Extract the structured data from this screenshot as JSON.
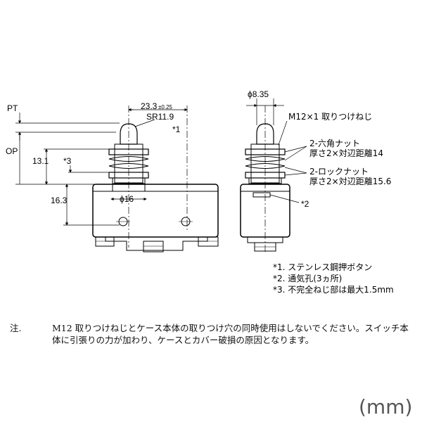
{
  "front_view": {
    "pt_label": "PT",
    "op_label": "OP",
    "width_dim": "23.3",
    "width_tol": "±0.25",
    "radius_label": "SR11.9",
    "note1_marker": "*1",
    "dim_13_1": "13.1",
    "note3_marker": "*3",
    "dim_16_3": "16.3",
    "dim_phi16": "ϕ16"
  },
  "side_view": {
    "dim_phi8_35": "ϕ8.35",
    "mount_thread": "M12×1 取りつけねじ",
    "hex_nut_line1": "2-六角ナット",
    "hex_nut_line2": "厚さ2×対辺距離14",
    "lock_nut_line1": "2-ロックナット",
    "lock_nut_line2": "厚さ2×対辺距離15.6",
    "note2_marker": "*2"
  },
  "legend": {
    "n1": "*1. ステンレス鋼押ボタン",
    "n2": "*2. 通気孔(3ヵ所)",
    "n3": "*3. 不完全ねじ部は最大1.5mm"
  },
  "note": {
    "label": "注.",
    "text": "M12 取りつけねじとケース本体の取りつけ穴の同時使用はしないでください。スイッチ本体に引張りの力が加わり、ケースとカバー破損の原因となります。"
  },
  "unit_label": "(mm)"
}
